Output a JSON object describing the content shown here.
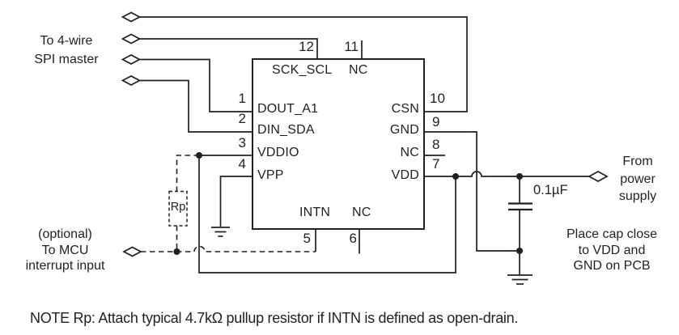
{
  "colors": {
    "line": "#231f20",
    "text": "#231f20",
    "background": "#ffffff"
  },
  "chip": {
    "pins": {
      "1": {
        "num": "1",
        "label": "DOUT_A1"
      },
      "2": {
        "num": "2",
        "label": "DIN_SDA"
      },
      "3": {
        "num": "3",
        "label": "VDDIO"
      },
      "4": {
        "num": "4",
        "label": "VPP"
      },
      "5": {
        "num": "5",
        "label": "INTN"
      },
      "6": {
        "num": "6",
        "label": "NC"
      },
      "7": {
        "num": "7",
        "label": "VDD"
      },
      "8": {
        "num": "8",
        "label": "NC"
      },
      "9": {
        "num": "9",
        "label": "GND"
      },
      "10": {
        "num": "10",
        "label": "CSN"
      },
      "11": {
        "num": "11",
        "label": "NC"
      },
      "12": {
        "num": "12",
        "label": "SCK_SCL"
      }
    }
  },
  "annotations": {
    "spi_master": {
      "line1": "To 4-wire",
      "line2": "SPI master"
    },
    "mcu_interrupt": {
      "line1": "(optional)",
      "line2": "To MCU",
      "line3": "interrupt input"
    },
    "power_supply": {
      "line1": "From",
      "line2": "power",
      "line3": "supply"
    },
    "cap_placement": {
      "line1": "Place cap close",
      "line2": "to VDD and",
      "line3": "GND on PCB"
    },
    "cap_value": "0.1µF",
    "pullup_resistor": "Rp",
    "note": "NOTE Rp: Attach typical 4.7kΩ pullup resistor if INTN is defined as open-drain."
  }
}
